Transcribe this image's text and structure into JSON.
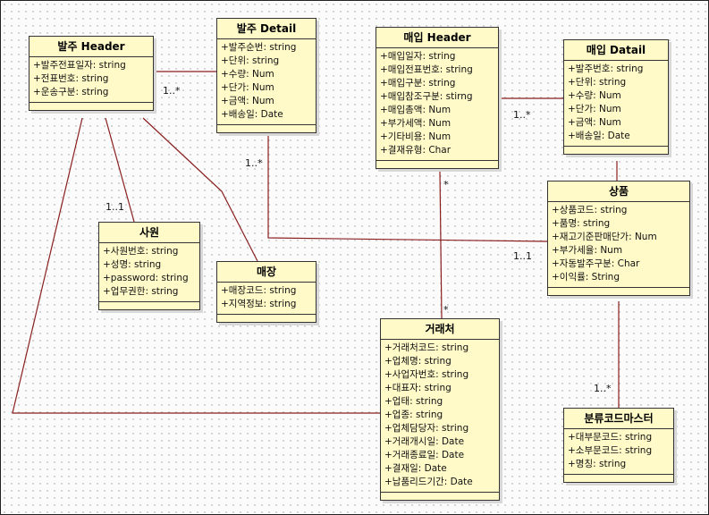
{
  "classes": [
    {
      "id": "order-header",
      "title": "발주 Header",
      "attrs": [
        "+발주전표일자: string",
        "+전표번호: string",
        "+운송구분: string"
      ]
    },
    {
      "id": "order-detail",
      "title": "발주 Detail",
      "attrs": [
        "+발주순번: string",
        "+단위: string",
        "+수량: Num",
        "+단가: Num",
        "+금액: Num",
        "+배송일: Date"
      ]
    },
    {
      "id": "purchase-header",
      "title": "매입 Header",
      "attrs": [
        "+매입일자: string",
        "+매입전표번호: string",
        "+매입구분: string",
        "+매입참조구분: stirng",
        "+매입총액: Num",
        "+부가세액: Num",
        "+기타비용: Num",
        "+결재유형: Char"
      ]
    },
    {
      "id": "purchase-detail",
      "title": "매입 Datail",
      "attrs": [
        "+발주번호: string",
        "+단위: string",
        "+수량: Num",
        "+단가: Num",
        "+금액: Num",
        "+배송일: Date"
      ]
    },
    {
      "id": "employee",
      "title": "사원",
      "attrs": [
        "+사원번호: string",
        "+성명: string",
        "+password: string",
        "+업무권한: string"
      ]
    },
    {
      "id": "store",
      "title": "매장",
      "attrs": [
        "+매장코드: string",
        "+지역정보: string"
      ]
    },
    {
      "id": "product",
      "title": "상품",
      "attrs": [
        "+상품코드: string",
        "+품명: string",
        "+재고기준판매단가: Num",
        "+부가세율: Num",
        "+자동발주구분: Char",
        "+이익률: String"
      ]
    },
    {
      "id": "supplier",
      "title": "거래처",
      "attrs": [
        "+거래처코드: string",
        "+업체명: string",
        "+사업자번호: string",
        "+대표자: string",
        "+업태: string",
        "+업종: string",
        "+업체담당자: string",
        "+거래개시일: Date",
        "+거래종료일: Date",
        "+결재일: Date",
        "+납품리드기간: Date"
      ]
    },
    {
      "id": "category-master",
      "title": "분류코드마스터",
      "attrs": [
        "+대부문코드: string",
        "+소부문코드: string",
        "+명칭: string"
      ]
    }
  ],
  "multiplicities": [
    "1..*",
    "1..1",
    "1..*",
    "1..*",
    "*",
    "*",
    "1..1",
    "1..*"
  ]
}
